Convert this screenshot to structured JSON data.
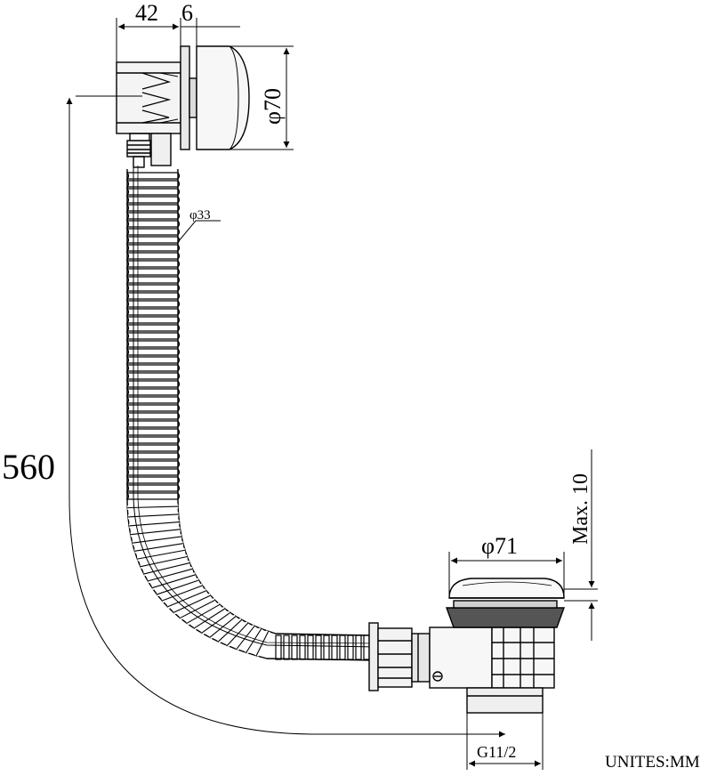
{
  "dimensions": {
    "overflow_depth": "42",
    "flange_thickness": "6",
    "overflow_diameter": "φ70",
    "hose_diameter": "φ33",
    "total_length": "560",
    "waste_diameter": "φ71",
    "max_lift": "Max. 10",
    "thread_size": "G11/2"
  },
  "units_label": "UNITES:MM",
  "colors": {
    "line": "#000000",
    "fill_light": "#f2f2f2",
    "fill_mid": "#d9d9d9",
    "background": "#ffffff"
  }
}
